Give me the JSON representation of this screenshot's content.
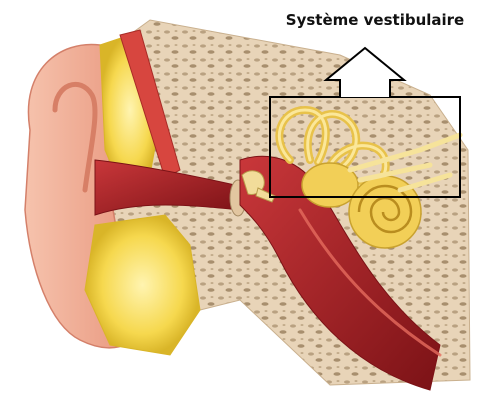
{
  "annotation": {
    "label": "Système vestibulaire"
  },
  "colors": {
    "background": "#ffffff",
    "skin": "#f2b39a",
    "skin_dark": "#e28d73",
    "cartilage_yellow": "#f5e27a",
    "fat_yellow": "#f6d84e",
    "bone": "#e6d0b3",
    "bone_pores": "#b9a181",
    "canal_red": "#b3262b",
    "canal_dark": "#7b1216",
    "inner_ear_gold": "#f2cf57",
    "outline": "#000000"
  },
  "icons": {
    "arrow": "up-arrow-outline",
    "box": "highlight-rectangle"
  }
}
